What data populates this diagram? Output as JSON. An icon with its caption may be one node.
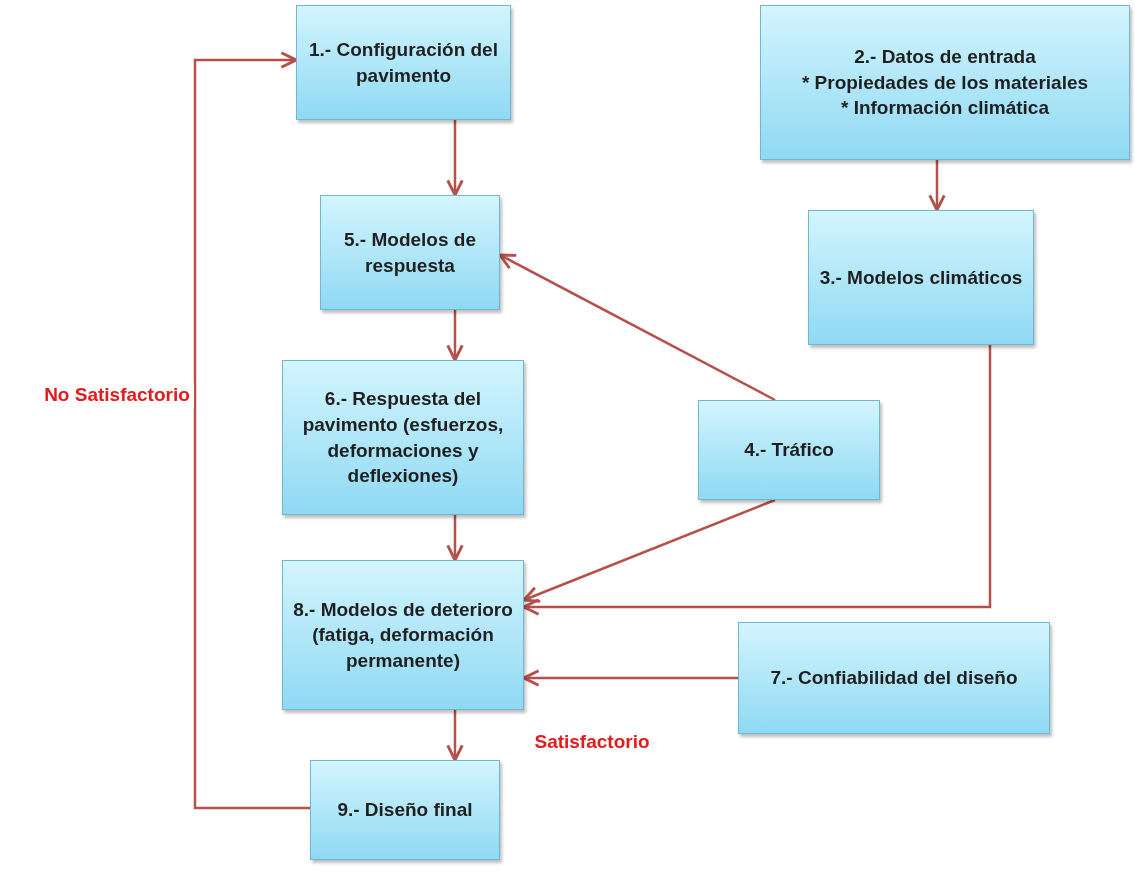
{
  "diagram": {
    "nodes": [
      {
        "text": [
          "1.- Configuración del pavimento"
        ]
      },
      {
        "text": [
          "2.- Datos de entrada",
          "* Propiedades de los materiales",
          "* Información climática"
        ]
      },
      {
        "text": [
          "5.- Modelos de respuesta"
        ]
      },
      {
        "text": [
          "3.- Modelos climáticos"
        ]
      },
      {
        "text": [
          "6.- Respuesta del pavimento (esfuerzos, deformaciones y deflexiones)"
        ]
      },
      {
        "text": [
          "4.- Tráfico"
        ]
      },
      {
        "text": [
          "8.- Modelos de deterioro (fatiga, deformación permanente)"
        ]
      },
      {
        "text": [
          "7.- Confiabilidad del diseño"
        ]
      },
      {
        "text": [
          "9.- Diseño final"
        ]
      }
    ],
    "edges": [
      {
        "from": 0,
        "to": 2,
        "arrow": "to"
      },
      {
        "from": 1,
        "to": 3,
        "arrow": "to"
      },
      {
        "from": 2,
        "to": 4,
        "arrow": "to"
      },
      {
        "from": 5,
        "to": 2,
        "arrow": "to"
      },
      {
        "from": 4,
        "to": 6,
        "arrow": "to"
      },
      {
        "from": 5,
        "to": 6,
        "arrow": "to"
      },
      {
        "from": 3,
        "to": 6,
        "arrow": "to"
      },
      {
        "from": 7,
        "to": 6,
        "arrow": "to"
      },
      {
        "from": 6,
        "to": 8,
        "arrow": "to",
        "label": "Satisfactorio"
      },
      {
        "from": 8,
        "to": 0,
        "arrow": "to",
        "label": "No Satisfactorio"
      }
    ]
  }
}
